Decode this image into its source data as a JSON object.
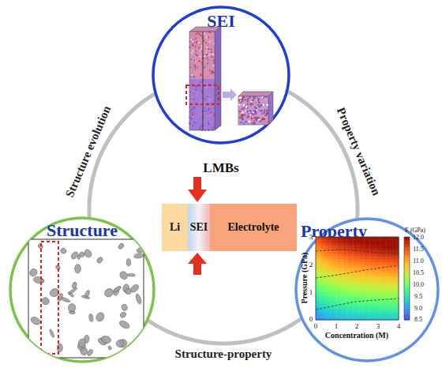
{
  "diagram": {
    "nodes": [
      {
        "text": [
          "SEI"
        ]
      },
      {
        "text": [
          "Structure"
        ]
      },
      {
        "text": [
          "Li"
        ]
      },
      {
        "text": [
          "SEI"
        ]
      },
      {
        "text": [
          "Electrolyte"
        ]
      },
      {
        "text": [
          "Property"
        ]
      }
    ],
    "edges": [
      {
        "from": 1,
        "to": 0,
        "arrow": "none",
        "label": "Structure evolution"
      },
      {
        "from": 0,
        "to": 5,
        "arrow": "none",
        "label": "Property variation"
      },
      {
        "from": 1,
        "to": 5,
        "arrow": "none",
        "label": "Structure-property"
      }
    ],
    "labels": [
      "LMBs",
      "Pressure (GPa)",
      "Concentration (M)",
      "E (GPa)",
      "3",
      "2",
      "1",
      "0",
      "0",
      "1",
      "2",
      "3",
      "4",
      "12.0",
      "11.5",
      "11.0",
      "10.5",
      "10.0",
      "9.5",
      "9.0",
      "8.5"
    ]
  }
}
